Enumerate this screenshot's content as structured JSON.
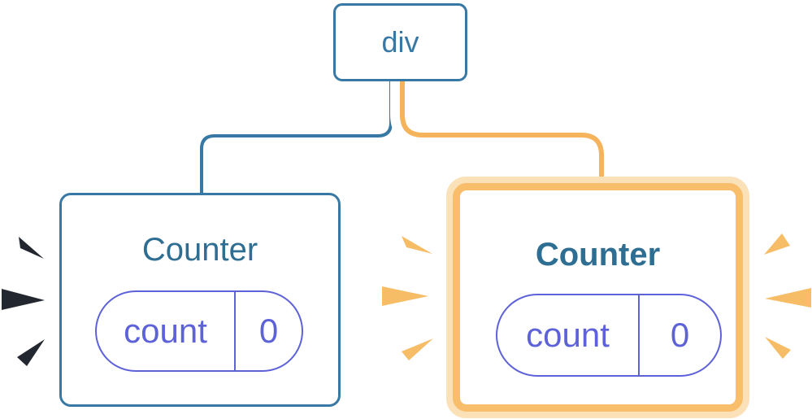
{
  "diagram": {
    "root_node": {
      "label": "div"
    },
    "left_counter": {
      "title": "Counter",
      "state_key": "count",
      "state_value": "0",
      "highlighted": false
    },
    "right_counter": {
      "title": "Counter",
      "state_key": "count",
      "state_value": "0",
      "highlighted": true
    }
  },
  "colors": {
    "background": "#FFFFFF",
    "blue": "#3878A5",
    "title": "#2F6E93",
    "indigo": "#5E62D9",
    "ring": "#F8BE6B",
    "peach": "#FAE1B8",
    "connector_orange": "#F5B35C",
    "connector_casing": "#FFFFFF",
    "spark_orange": "#F6BC66",
    "spark_dark": "#23272F"
  }
}
